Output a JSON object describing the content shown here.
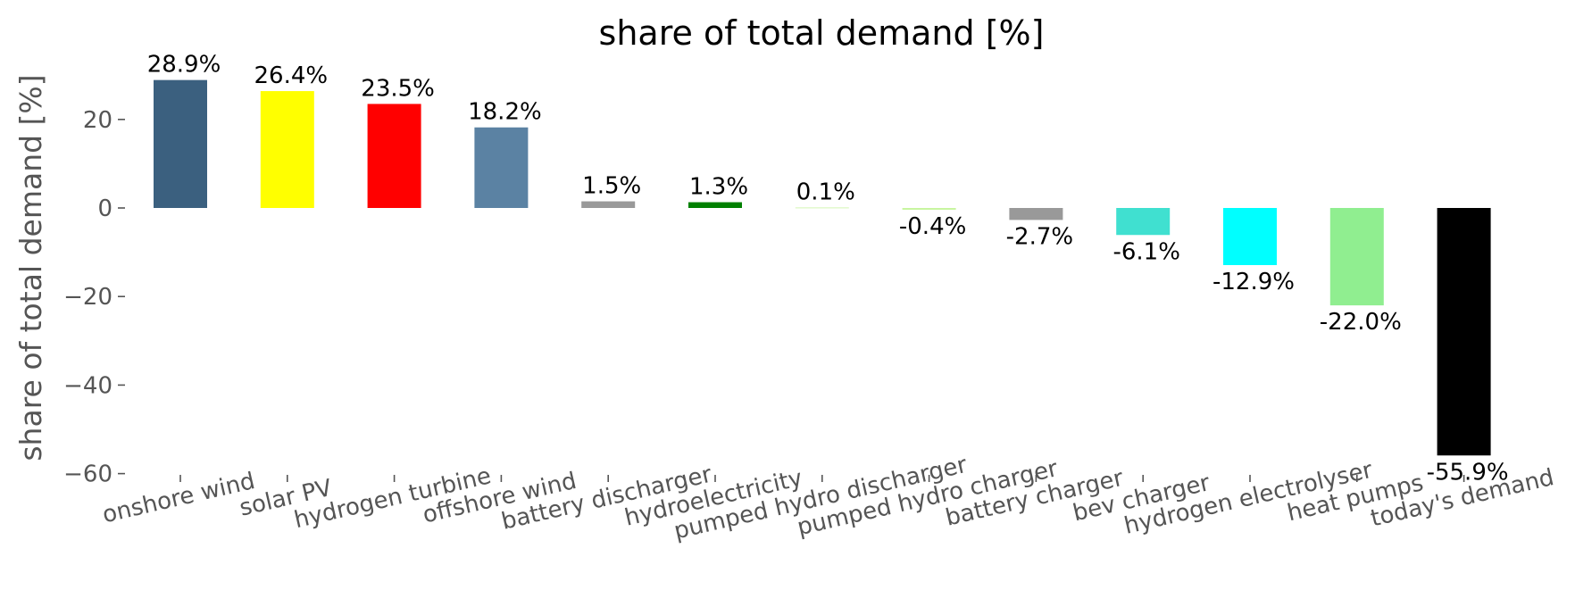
{
  "chart_data": {
    "type": "bar",
    "title": "share of total demand [%]",
    "xlabel": "",
    "ylabel": "share of total demand [%]",
    "ylim": [
      -60,
      30
    ],
    "yticks": [
      20,
      0,
      -20,
      -40,
      -60
    ],
    "ytick_labels": [
      "20",
      "0",
      "−20",
      "−40",
      "−60"
    ],
    "grid": false,
    "legend": "none",
    "categories": [
      "onshore wind",
      "solar PV",
      "hydrogen turbine",
      "offshore wind",
      "battery discharger",
      "hydroelectricity",
      "pumped hydro discharger",
      "pumped hydro charger",
      "battery charger",
      "bev charger",
      "hydrogen electrolyser",
      "heat pumps",
      "today's demand"
    ],
    "values": [
      28.9,
      26.4,
      23.5,
      18.2,
      1.5,
      1.3,
      0.1,
      -0.4,
      -2.7,
      -6.1,
      -12.9,
      -22.0,
      -55.9
    ],
    "value_labels": [
      "28.9%",
      "26.4%",
      "23.5%",
      "18.2%",
      "1.5%",
      "1.3%",
      "0.1%",
      "-0.4%",
      "-2.7%",
      "-6.1%",
      "-12.9%",
      "-22.0%",
      "-55.9%"
    ],
    "colors": [
      "#3b607f",
      "#ffff00",
      "#ff0000",
      "#5b82a3",
      "#999999",
      "#008000",
      "#c8f5a0",
      "#c8f5a0",
      "#999999",
      "#40e0d0",
      "#00ffff",
      "#90ee90",
      "#000000"
    ]
  }
}
